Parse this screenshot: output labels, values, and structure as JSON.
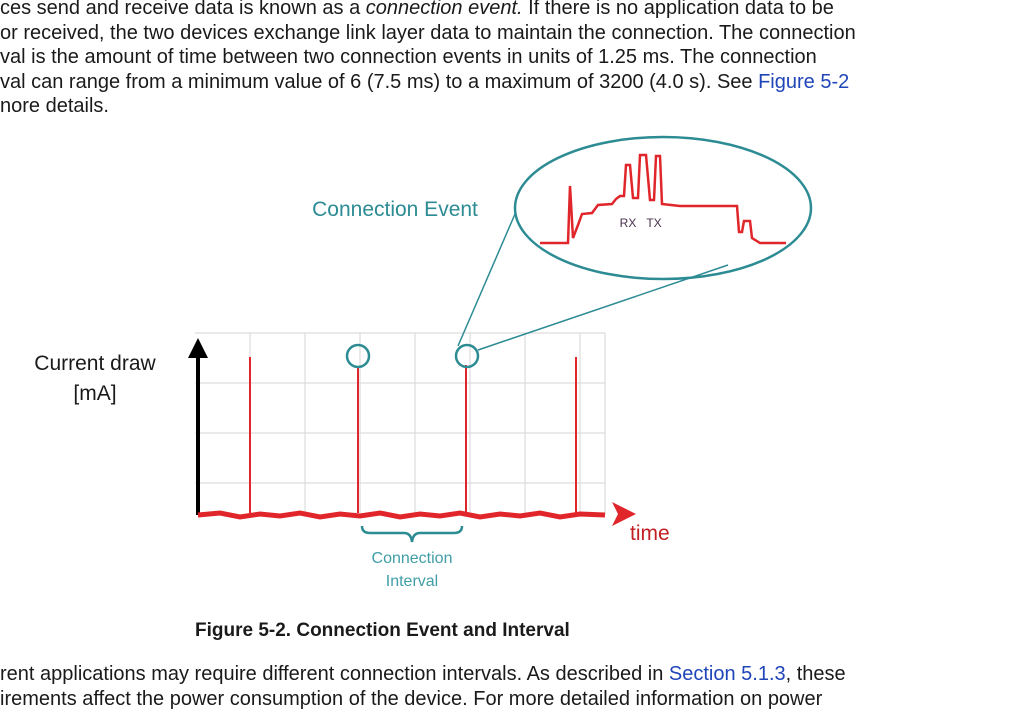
{
  "paragraph_top": {
    "line1_a": "ces send and receive data is known as a ",
    "line1_em": "connection event.",
    "line1_b": " If there is no application data to be",
    "line2": " or received, the two devices exchange link layer data to maintain the connection. The connection",
    "line3": "val is the amount of time between two connection events in units of 1.25 ms. The connection",
    "line4_a": "val can range from a minimum value of 6 (7.5 ms) to a maximum of 3200 (4.0 s). See ",
    "line4_link": "Figure 5-2",
    "line5": "nore details."
  },
  "figure": {
    "event_label": "Connection Event",
    "rx_label": "RX",
    "tx_label": "TX",
    "y_label_1": "Current draw",
    "y_label_2": "[mA]",
    "x_label": "time",
    "interval_label_1": "Connection",
    "interval_label_2": "Interval",
    "caption": "Figure 5-2. Connection Event and Interval"
  },
  "paragraph_bottom": {
    "line1_a": "rent applications may require different connection intervals. As described in ",
    "line1_link": "Section 5.1.3",
    "line1_b": ", these",
    "line2": "irements affect the power consumption of the device. For more detailed information on power"
  },
  "colors": {
    "signal_red": "#e0262b",
    "teal": "#2c8b93",
    "link_blue": "#1f45b8",
    "grid": "#d6d6d6"
  }
}
